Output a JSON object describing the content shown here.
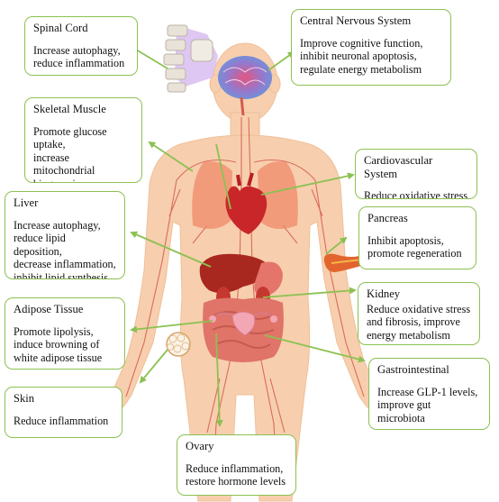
{
  "colors": {
    "box_border": "#8cc152",
    "arrow": "#8cc152",
    "body": "#f6cba8",
    "vessel": "#d65a4e"
  },
  "boxes": {
    "spinal_cord": {
      "title": "Spinal Cord",
      "text": "Increase autophagy,\nreduce inflammation"
    },
    "cns": {
      "title": "Central Nervous System",
      "text": "Improve cognitive function,\ninhibit neuronal apoptosis,\nregulate energy metabolism"
    },
    "skeletal_muscle": {
      "title": "Skeletal Muscle",
      "text": "Promote glucose uptake,\nincrease mitochondrial\nbiogenesis"
    },
    "cardiovascular": {
      "title": "Cardiovascular System",
      "text": "Reduce oxidative stress"
    },
    "liver": {
      "title": "Liver",
      "text": "Increase autophagy,\nreduce lipid deposition,\ndecrease inflammation,\ninhibit lipid synthesis"
    },
    "pancreas": {
      "title": "Pancreas",
      "text": "Inhibit apoptosis,\npromote regeneration"
    },
    "kidney": {
      "title": "Kidney",
      "text": "Reduce oxidative stress\nand fibrosis, improve\nenergy metabolism"
    },
    "adipose": {
      "title": "Adipose Tissue",
      "text": "Promote lipolysis,\ninduce browning of\nwhite adipose tissue"
    },
    "gastrointestinal": {
      "title": "Gastrointestinal",
      "text": "Increase GLP-1 levels,\nimprove gut microbiota"
    },
    "skin": {
      "title": "Skin",
      "text": "Reduce inflammation"
    },
    "ovary": {
      "title": "Ovary",
      "text": "Reduce inflammation,\nrestore hormone levels"
    }
  }
}
